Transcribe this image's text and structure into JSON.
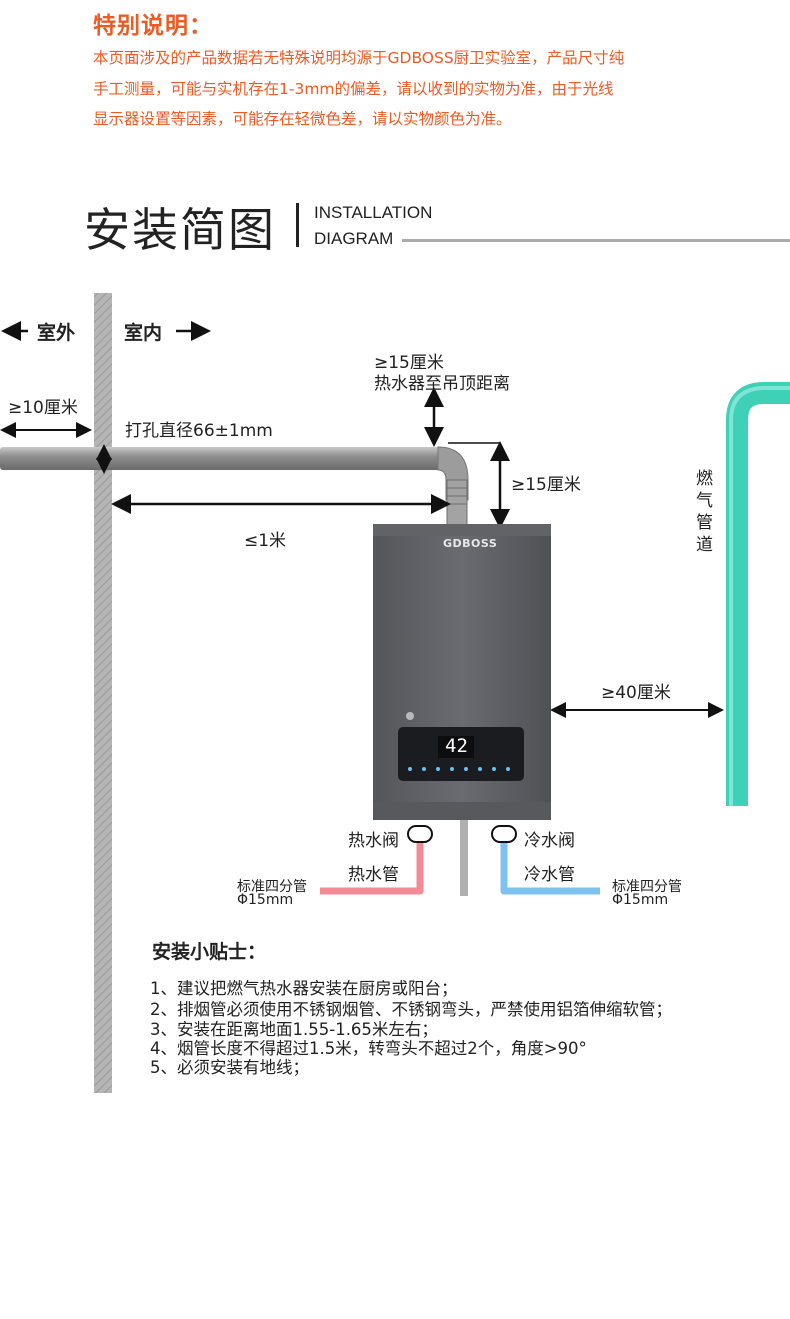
{
  "notice": {
    "title": "特别说明：",
    "lines": [
      "本页面涉及的产品数据若无特殊说明均源于GDBOSS厨卫实验室，产品尺寸纯",
      "手工测量，可能与实机存在1-3mm的偏差，请以收到的实物为准，由于光线",
      "显示器设置等因素，可能存在轻微色差，请以实物颜色为准。"
    ]
  },
  "section": {
    "title": "安装简图",
    "en_line1": "INSTALLATION",
    "en_line2": "DIAGRAM"
  },
  "diagram": {
    "outdoor": "室外",
    "indoor": "室内",
    "min_10cm": "≥10厘米",
    "hole_diameter": "打孔直径66±1mm",
    "ceiling_gap": "≥15厘米",
    "ceiling_desc": "热水器至吊顶距离",
    "pipe_gap": "≥15厘米",
    "max_1m": "≤1米",
    "gas_pipe": "燃气管道",
    "gas_gap": "≥40厘米",
    "brand": "GDBOSS",
    "display_temp": "42",
    "hot_valve": "热水阀",
    "cold_valve": "冷水阀",
    "hot_pipe": "热水管",
    "cold_pipe": "冷水管",
    "std_pipe_left": "标准四分管",
    "std_size_left": "Φ15mm",
    "std_pipe_right": "标准四分管",
    "std_size_right": "Φ15mm",
    "colors": {
      "hot": "#f28b96",
      "cold": "#7ec3ef",
      "gas": "#3fd0b8",
      "heater": "#5f6064",
      "wall": "#a9a9a9"
    }
  },
  "tips": {
    "title": "安装小贴士：",
    "items": [
      "1、建议把燃气热水器安装在厨房或阳台；",
      "2、排烟管必须使用不锈钢烟管、不锈钢弯头，严禁使用铝箔伸缩软管；",
      "3、安装在距离地面1.55-1.65米左右；",
      "4、烟管长度不得超过1.5米，转弯头不超过2个，角度>90°",
      "5、必须安装有地线；"
    ]
  }
}
